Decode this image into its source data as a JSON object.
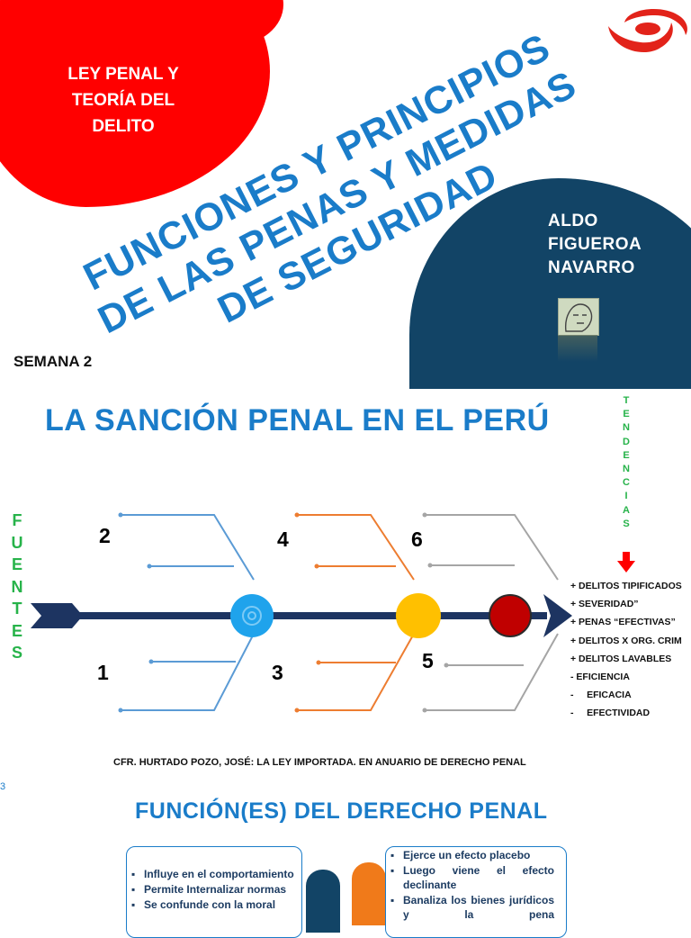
{
  "slide1": {
    "course_title": [
      "LEY PENAL Y",
      "TEORÍA DEL",
      "DELITO"
    ],
    "main_title": [
      "FUNCIONES Y PRINCIPIOS",
      "DE LAS PENAS Y MEDIDAS",
      "DE SEGURIDAD"
    ],
    "author": [
      "ALDO",
      "FIGUEROA",
      "NAVARRO"
    ],
    "week": "SEMANA 2",
    "colors": {
      "red": "#ff0000",
      "blue_title": "#1a7cc9",
      "navy": "#124466"
    },
    "logo_icon": "upc-logo-icon"
  },
  "slide2": {
    "title": "LA SANCIÓN PENAL EN EL PERÚ",
    "tendencias": [
      "T",
      "E",
      "N",
      "D",
      "E",
      "N",
      "C",
      "I",
      "A",
      "S"
    ],
    "fuentes": [
      "F",
      "U",
      "E",
      "N",
      "T",
      "E",
      "S"
    ],
    "numbers": {
      "n1": "1",
      "n2": "2",
      "n3": "3",
      "n4": "4",
      "n5": "5",
      "n6": "6"
    },
    "trend_items": [
      "+ DELITOS TIPIFICADOS",
      "+ SEVERIDAD”",
      "+ PENAS “EFECTIVAS”",
      "+ DELITOS X ORG. CRIM",
      "+ DELITOS LAVABLES",
      "- EFICIENCIA",
      "-     EFICACIA",
      "-     EFECTIVIDAD"
    ],
    "citation": "CFR. HURTADO POZO, JOSÉ: LA LEY IMPORTADA. EN ANUARIO DE DERECHO PENAL",
    "page_number": "3",
    "colors": {
      "green": "#27b34a",
      "spine": "#1d3461",
      "blue": "#5b9bd5",
      "orange": "#ed7d31",
      "gray": "#a5a5a5",
      "red_node": "#c00000",
      "yellow_node": "#ffc000",
      "arrow_red": "#ff0000"
    }
  },
  "slide3": {
    "title": "FUNCIÓN(ES) DEL DERECHO PENAL",
    "left_items": [
      "Influye en el comportamiento",
      "Permite Internalizar normas",
      "Se confunde con la moral"
    ],
    "right_items": [
      "Ejerce un efecto placebo",
      "Luego viene el efecto declinante",
      "Banaliza los bienes jurídicos y la pena"
    ]
  }
}
